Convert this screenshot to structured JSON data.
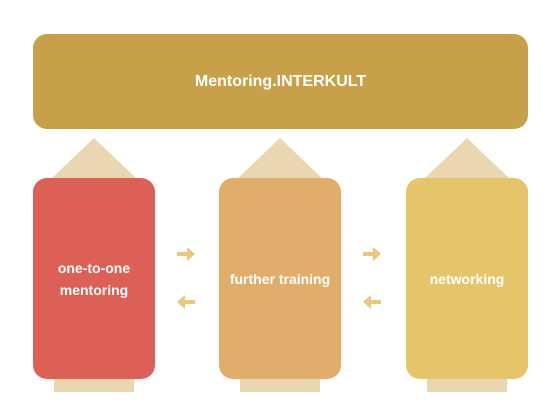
{
  "banner": {
    "title": "Mentoring.INTERKULT"
  },
  "columns": [
    {
      "label": "one-to-one mentoring",
      "line1": "one-to-one",
      "line2": "mentoring",
      "color": "#dc6055"
    },
    {
      "label": "further training",
      "color": "#e0ae6a"
    },
    {
      "label": "networking",
      "color": "#e6c46a"
    }
  ],
  "colors": {
    "banner": "#c9a04a",
    "accent_light": "#ead7b2",
    "arrow": "#e8c87a"
  },
  "icons": [
    "arrow-right-icon",
    "arrow-left-icon"
  ]
}
